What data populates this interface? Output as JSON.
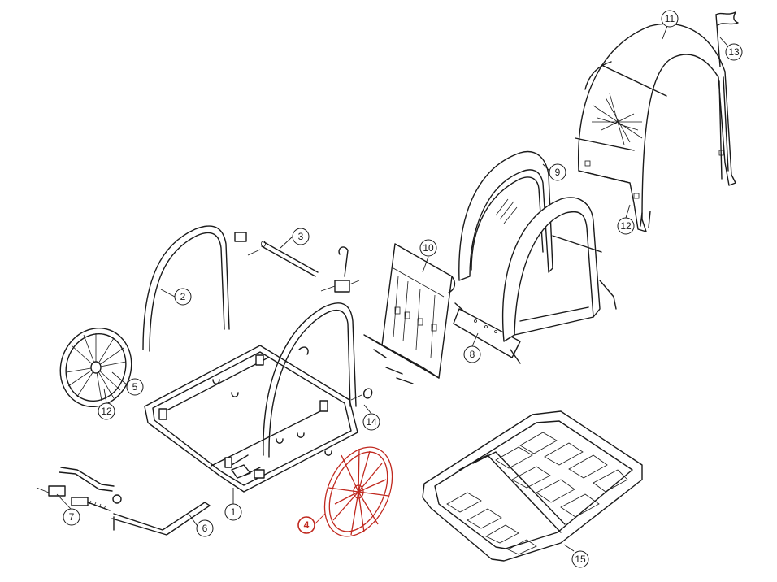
{
  "diagram": {
    "highlight_color": "#c0281e",
    "line_color": "#1a1a1a",
    "callouts": [
      {
        "id": "c1",
        "label": "1",
        "highlighted": false
      },
      {
        "id": "c2",
        "label": "2",
        "highlighted": false
      },
      {
        "id": "c3",
        "label": "3",
        "highlighted": false
      },
      {
        "id": "c4",
        "label": "4",
        "highlighted": true
      },
      {
        "id": "c5",
        "label": "5",
        "highlighted": false
      },
      {
        "id": "c6",
        "label": "6",
        "highlighted": false
      },
      {
        "id": "c7",
        "label": "7",
        "highlighted": false
      },
      {
        "id": "c8",
        "label": "8",
        "highlighted": false
      },
      {
        "id": "c9",
        "label": "9",
        "highlighted": false
      },
      {
        "id": "c10",
        "label": "10",
        "highlighted": false
      },
      {
        "id": "c11",
        "label": "11",
        "highlighted": false
      },
      {
        "id": "c12a",
        "label": "12",
        "highlighted": false
      },
      {
        "id": "c12b",
        "label": "12",
        "highlighted": false
      },
      {
        "id": "c13",
        "label": "13",
        "highlighted": false
      },
      {
        "id": "c14",
        "label": "14",
        "highlighted": false
      },
      {
        "id": "c15",
        "label": "15",
        "highlighted": false
      }
    ]
  }
}
